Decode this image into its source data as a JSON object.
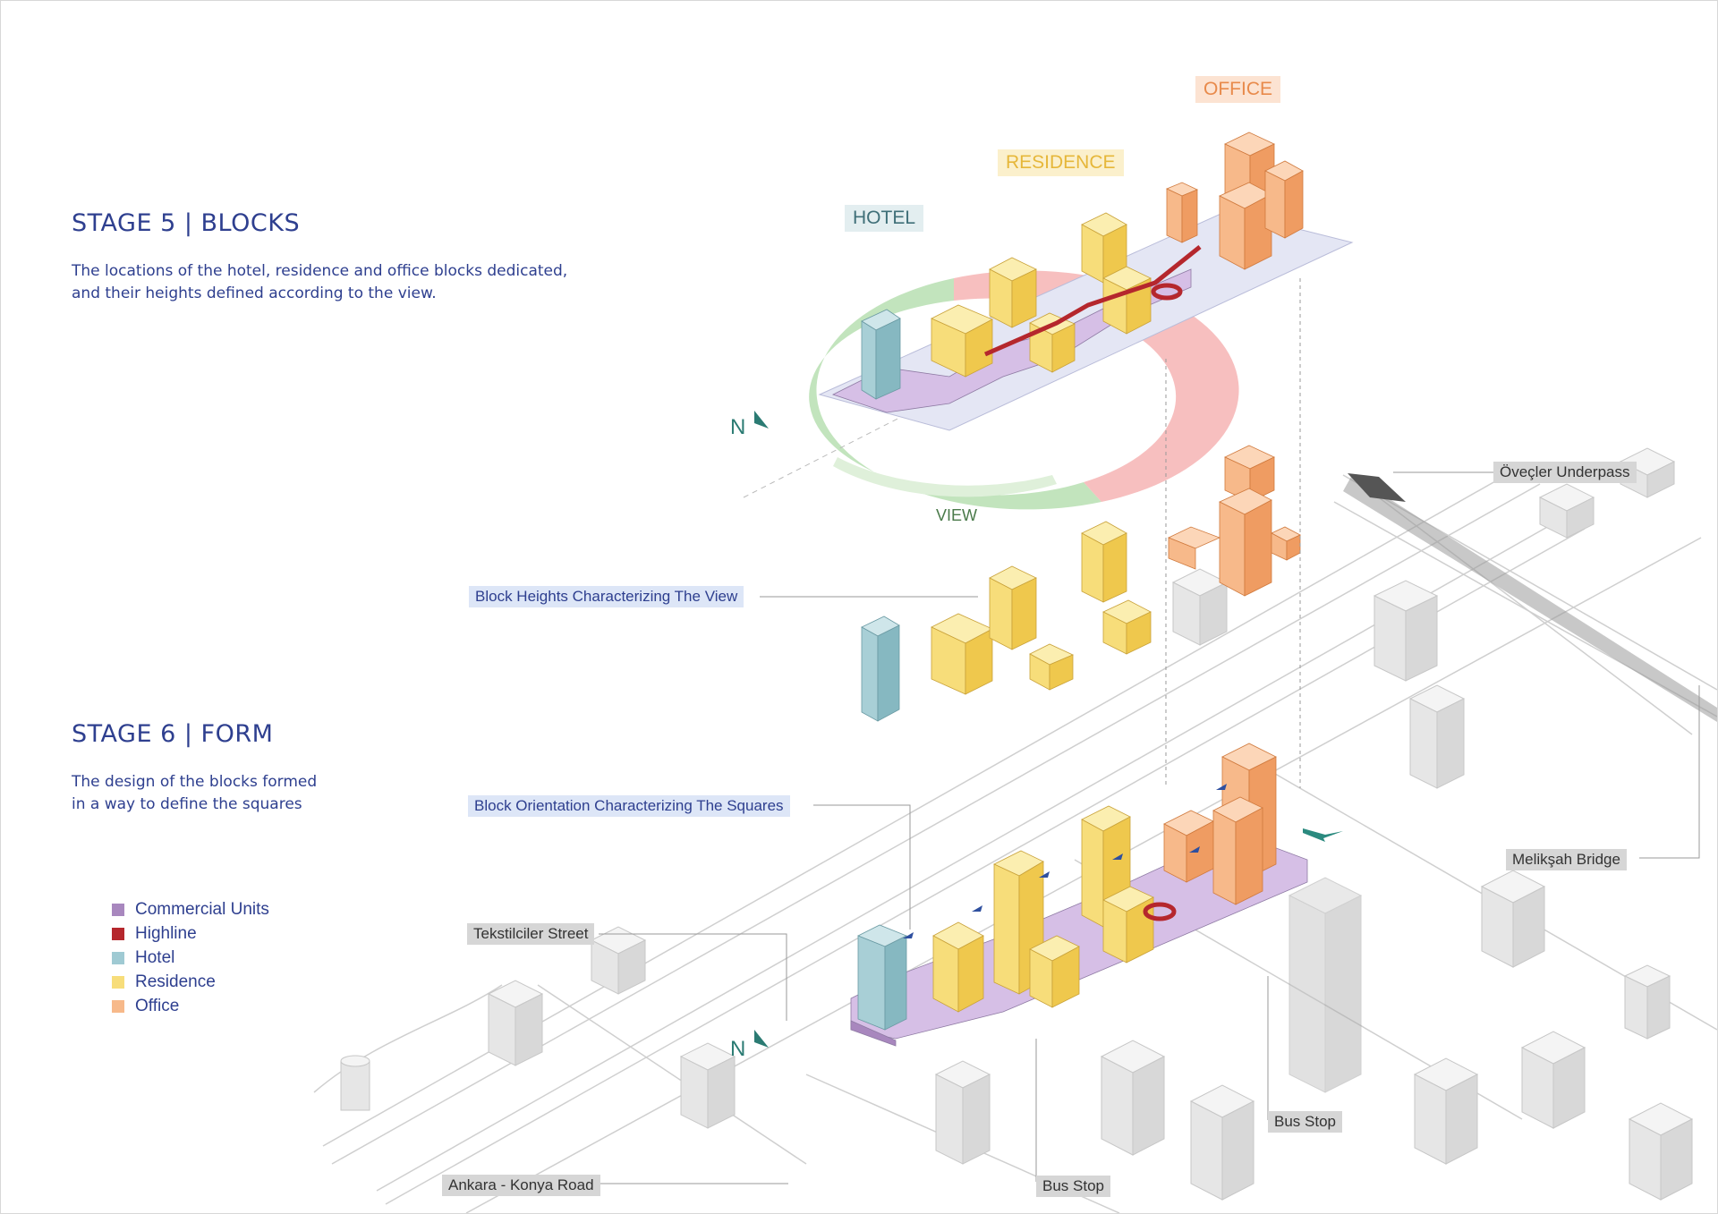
{
  "stage5": {
    "title": "STAGE 5 | BLOCKS",
    "description_lines": [
      "The locations of the hotel, residence and office blocks dedicated,",
      "and their heights defined according to the view."
    ]
  },
  "stage6": {
    "title": "STAGE 6 | FORM",
    "description_lines": [
      "The design of the blocks formed",
      "in a way to define the squares"
    ]
  },
  "block_labels": {
    "hotel": "HOTEL",
    "residence": "RESIDENCE",
    "office": "OFFICE"
  },
  "compass": {
    "north_top": "N",
    "north_bottom": "N",
    "view": "VIEW"
  },
  "callouts": {
    "block_heights": "Block Heights Characterizing The View",
    "block_orientation": "Block Orientation Characterizing The Squares",
    "tekstilciler": "Tekstilciler Street",
    "ankara": "Ankara - Konya Road",
    "bus_stop_right": "Bus Stop",
    "bus_stop_left": "Bus Stop",
    "ovecler": "Öveçler Underpass",
    "meliksah": "Melikşah Bridge"
  },
  "legend": [
    {
      "label": "Commercial Units",
      "color": "#a887be"
    },
    {
      "label": "Highline",
      "color": "#b5272d"
    },
    {
      "label": "Hotel",
      "color": "#9fcad3"
    },
    {
      "label": "Residence",
      "color": "#f7dd7a"
    },
    {
      "label": "Office",
      "color": "#f7b98a"
    }
  ],
  "colors": {
    "title": "#2e3f8f",
    "hotel_label_bg": "#e3eef0",
    "hotel_label_text": "#3f6f78",
    "residence_label_bg": "#fbf0cc",
    "residence_label_text": "#e6b73a",
    "office_label_bg": "#fce3d2",
    "office_label_text": "#e88a4b",
    "view_arc": "#b7dfb1",
    "block_arc": "#f6b4b4",
    "north_arrow": "#2b7b73"
  }
}
